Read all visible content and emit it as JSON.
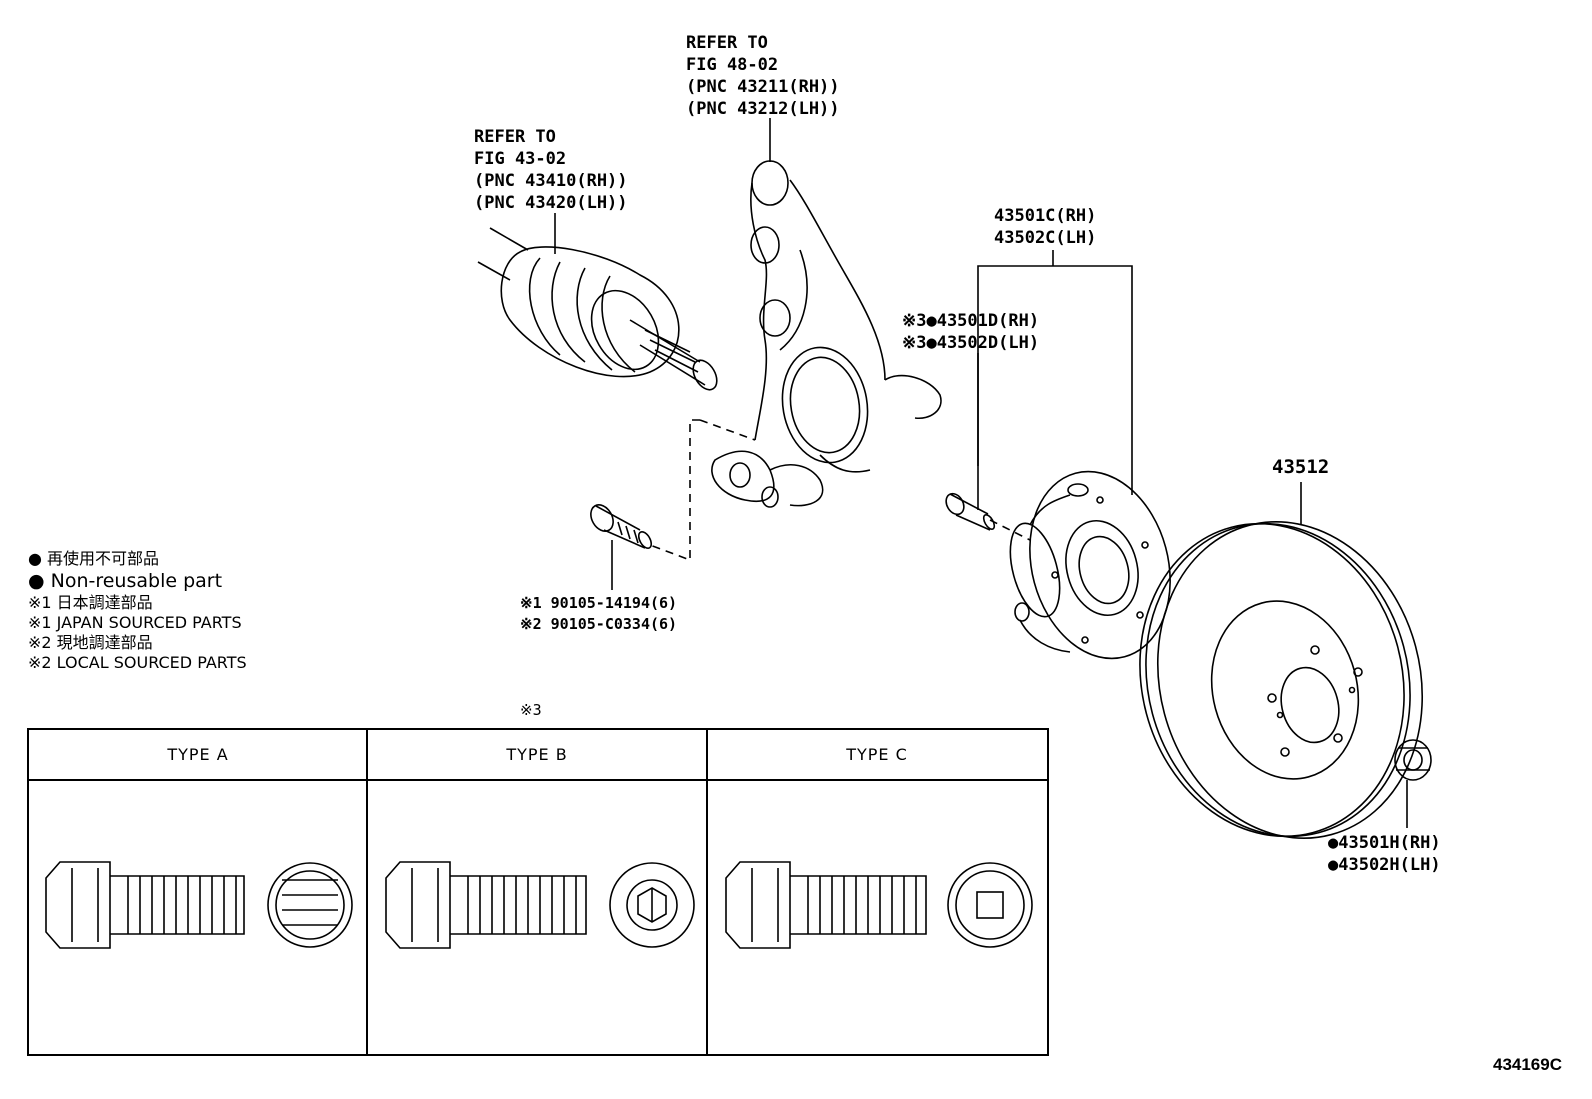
{
  "callouts": {
    "knuckle_ref": [
      "REFER TO",
      "FIG 48-02",
      "(PNC 43211(RH))",
      "(PNC 43212(LH))"
    ],
    "shaft_ref": [
      "REFER TO",
      "FIG 43-02",
      "(PNC 43410(RH))",
      "(PNC 43420(LH))"
    ],
    "hub_assy": [
      "43501C(RH)",
      "43502C(LH)"
    ],
    "hub_bolt": [
      "※3●43501D(RH)",
      "※3●43502D(LH)"
    ],
    "rotor": "43512",
    "nut": [
      "●43501H(RH)",
      "●43502H(LH)"
    ],
    "bolt": [
      "※1 90105-14194(6)",
      "※2 90105-C0334(6)"
    ]
  },
  "legend": [
    "● 再使用不可部品",
    "● Non-reusable part",
    "※1  日本調達部品",
    "※1  JAPAN SOURCED PARTS",
    "※2  現地調達部品",
    "※2  LOCAL SOURCED PARTS"
  ],
  "table": {
    "note": "※3",
    "types": [
      "TYPE A",
      "TYPE B",
      "TYPE C"
    ]
  },
  "figure_code": "434169C"
}
